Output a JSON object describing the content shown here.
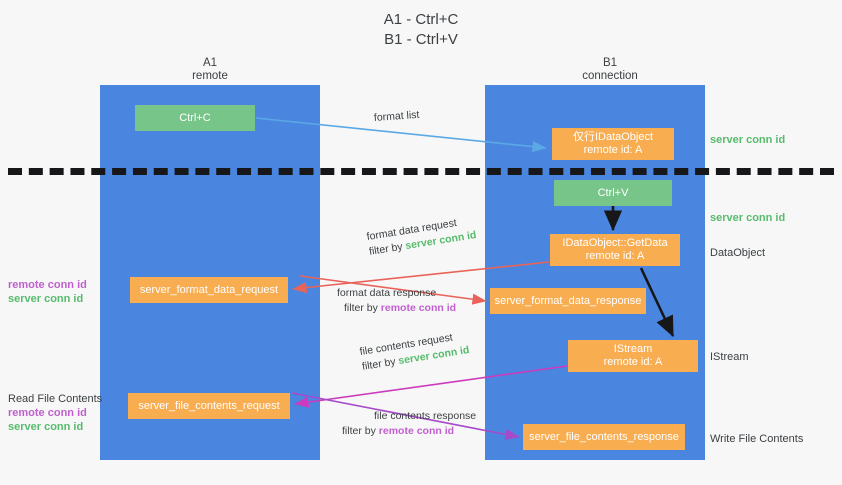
{
  "title": {
    "line1": "A1 - Ctrl+C",
    "line2": "B1 - Ctrl+V"
  },
  "lanes": [
    {
      "id": "a1",
      "name": "A1",
      "subtitle": "remote",
      "color": "#4a86e0"
    },
    {
      "id": "b1",
      "name": "B1",
      "subtitle": "connection",
      "color": "#4a86e0"
    }
  ],
  "nodes": {
    "ctrl_c": {
      "label": "Ctrl+C",
      "color": "#78c58a"
    },
    "idataobject": {
      "line1": "仅行IDataObject",
      "line2": "remote id: A",
      "color": "#f9ad51"
    },
    "ctrl_v": {
      "label": "Ctrl+V",
      "color": "#78c58a"
    },
    "getdata": {
      "line1": "IDataObject::GetData",
      "line2": "remote id: A",
      "color": "#f9ad51"
    },
    "server_format_data_request": {
      "label": "server_format_data_request",
      "color": "#f9ad51"
    },
    "server_format_data_response": {
      "label": "server_format_data_response",
      "color": "#f9ad51"
    },
    "istream": {
      "line1": "IStream",
      "line2": "remote id: A",
      "color": "#f9ad51"
    },
    "server_file_contents_request": {
      "label": "server_file_contents_request",
      "color": "#f9ad51"
    },
    "server_file_contents_response": {
      "label": "server_file_contents_response",
      "color": "#f9ad51"
    }
  },
  "edge_labels": {
    "format_list": "format list",
    "format_data_request": "format data request",
    "format_data_request_filter_prefix": "filter by ",
    "format_data_request_filter_value": "server conn id",
    "format_data_response": "format data response",
    "format_data_response_filter_prefix": "filter by ",
    "format_data_response_filter_value": "remote conn id",
    "file_contents_request": "file contents request",
    "file_contents_request_filter_prefix": "filter by ",
    "file_contents_request_filter_value": "server conn id",
    "file_contents_response": "file contents response",
    "file_contents_response_filter_prefix": "filter by ",
    "file_contents_response_filter_value": "remote conn id"
  },
  "annotations": {
    "right": [
      {
        "text": "server conn id",
        "color": "#57bb6c"
      },
      {
        "text": "server conn id",
        "color": "#57bb6c"
      },
      {
        "text": "DataObject",
        "color": "#3c4043"
      },
      {
        "text": "IStream",
        "color": "#3c4043"
      },
      {
        "text": "Write File Contents",
        "color": "#3c4043"
      }
    ],
    "left_1": {
      "remote": "remote conn id",
      "server": "server conn id"
    },
    "left_2": {
      "heading": "Read File Contents",
      "remote": "remote conn id",
      "server": "server conn id"
    }
  },
  "colors": {
    "lane": "#4a86e0",
    "green_node": "#78c58a",
    "orange_node": "#f9ad51",
    "remote_conn_id": "#c15fd0",
    "server_conn_id": "#57bb6c",
    "arrow_blue": "#5aa9e6",
    "arrow_red": "#e8645a",
    "arrow_magenta": "#cc3bbd",
    "arrow_purple": "#a64ac9",
    "arrow_black": "#17171a",
    "divider": "#17171a",
    "background": "#f7f7f7"
  }
}
